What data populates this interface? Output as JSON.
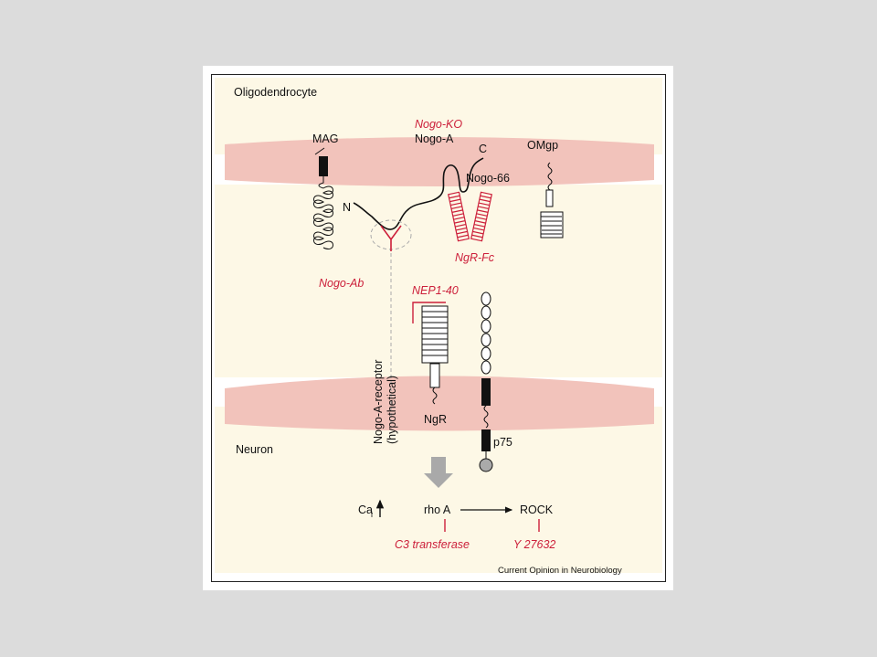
{
  "colors": {
    "cell_bg": "#fdf8e6",
    "membrane": "#f2c3bb",
    "inhibitor_red": "#cc1f3a",
    "ink": "#111111",
    "arrow_grey": "#a9a9a9"
  },
  "regions": {
    "oligodendrocyte": "Oligodendrocyte",
    "neuron": "Neuron"
  },
  "proteins": {
    "mag": "MAG",
    "nogo_a": "Nogo-A",
    "c_terminus": "C",
    "n_terminus": "N",
    "nogo_66": "Nogo-66",
    "omgp": "OMgp",
    "ngr": "NgR",
    "p75": "p75"
  },
  "receptor_hypothetical": {
    "line1": "Nogo-A-receptor",
    "line2": "(hypothetical)"
  },
  "inhibitors": {
    "nogo_ko": "Nogo-KO",
    "nogo_ab": "Nogo-Ab",
    "ngr_fc": "NgR-Fc",
    "nep1_40": "NEP1-40",
    "c3_transferase": "C3 transferase",
    "y27632": "Y 27632"
  },
  "signaling": {
    "ca": "Ca",
    "ca_subscript": "i",
    "rho_a": "rho A",
    "rock": "ROCK"
  },
  "credit": "Current Opinion in Neurobiology"
}
